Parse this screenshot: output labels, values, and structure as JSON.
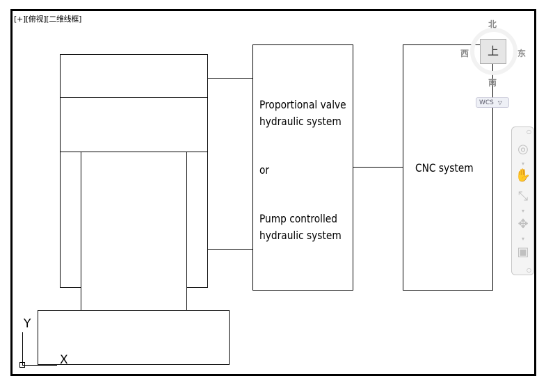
{
  "viewport": {
    "label": "[+][俯视][二维线框]"
  },
  "diagram": {
    "proportional_line1": "Proportional valve",
    "proportional_line2": "hydraulic system",
    "or_text": "or",
    "pump_line1": "Pump controlled",
    "pump_line2": "hydraulic system",
    "cnc_text": "CNC system"
  },
  "viewcube": {
    "north": "北",
    "south": "南",
    "east": "东",
    "west": "西",
    "face": "上",
    "wcs_label": "WCS"
  },
  "ucs": {
    "x_label": "X",
    "y_label": "Y"
  },
  "navbar": {
    "icons": [
      "steering-wheel-icon",
      "pan-icon",
      "zoom-icon",
      "orbit-icon",
      "showmotion-icon"
    ]
  }
}
